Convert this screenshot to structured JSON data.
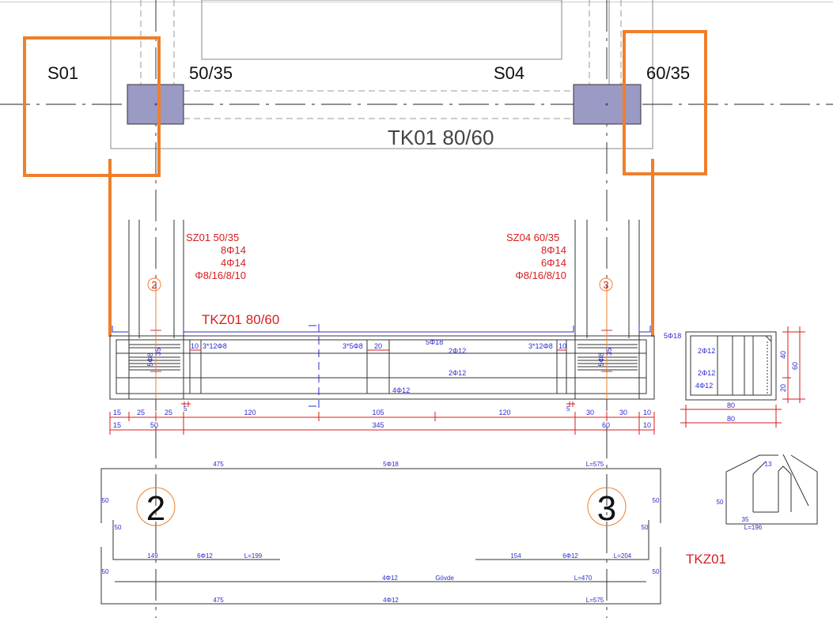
{
  "colors": {
    "orange": "#f07f2a",
    "red": "#d81e1e",
    "blue": "#2b2bd0",
    "gray": "#777777",
    "column_fill": "#9a9ac4",
    "dash": "#222222"
  },
  "plan": {
    "col_left": "S01",
    "col_left_size": "50/35",
    "col_right": "S04",
    "col_right_size": "60/35",
    "beam": "TK01 80/60"
  },
  "elevation": {
    "beam_label": "TKZ01 80/60",
    "left_col_notes": [
      "SZ01 50/35",
      "8Φ14",
      "4Φ14",
      "Φ8/16/8/10"
    ],
    "right_col_notes": [
      "SZ04 60/35",
      "8Φ14",
      "6Φ14",
      "Φ8/16/8/10"
    ],
    "axis_small_left": "2",
    "axis_small_right": "3",
    "inner_labels": {
      "left_stirrup": "5Φ8",
      "left_dim": "35",
      "right_stirrup": "5Φ8",
      "right_dim": "35",
      "left_10": "10",
      "left_3x12": "3*12Φ8",
      "mid_3x5": "3*5Φ8",
      "mid_20": "20",
      "top_bar": "5Φ18",
      "right_3x12": "3*12Φ8",
      "right_10": "10",
      "bar_2p12_a": "2Φ12",
      "bar_2p12_b": "2Φ12",
      "bottom_bar": "4Φ12",
      "tick_left": "5",
      "tick_right": "5"
    },
    "dims_row1": [
      "15",
      "25",
      "25",
      "120",
      "105",
      "120",
      "30",
      "30",
      "10"
    ],
    "dims_row2": [
      "15",
      "50",
      "345",
      "60",
      "10"
    ]
  },
  "section": {
    "top_label": "5Φ18",
    "row1": "2Φ12",
    "row2": "2Φ12",
    "row3": "4Φ12",
    "dim_40": "40",
    "dim_20": "20",
    "dim_60": "60",
    "dim_80a": "80",
    "dim_80b": "80"
  },
  "schedule": {
    "axis_left": "2",
    "axis_right": "3",
    "r1_len": "475",
    "r1_bar": "5Φ18",
    "r1_total": "L=575",
    "left_50a": "50",
    "left_50b": "50",
    "right_50a": "50",
    "right_50b": "50",
    "r2_left_len": "149",
    "r2_left_bar": "6Φ12",
    "r2_left_total": "L=199",
    "r2_right_len": "154",
    "r2_right_bar": "6Φ12",
    "r2_right_total": "L=204",
    "left_50c": "50",
    "right_50c": "50",
    "r3_bar": "4Φ12",
    "r3_name": "Gövde",
    "r3_total": "L=470",
    "r4_len": "475",
    "r4_bar": "4Φ12",
    "r4_total": "L=575",
    "title": "TKZ01"
  },
  "stirrup": {
    "dim_13": "13",
    "dim_50": "50",
    "dim_35": "35",
    "total": "L=196"
  }
}
